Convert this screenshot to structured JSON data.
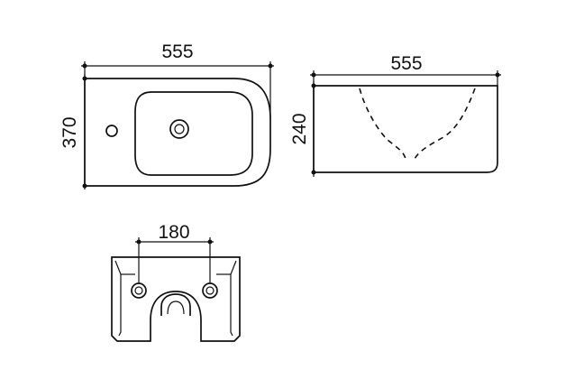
{
  "dimensions": {
    "top_width": "555",
    "top_depth": "370",
    "side_width": "555",
    "side_height": "240",
    "rear_spacing": "180"
  }
}
